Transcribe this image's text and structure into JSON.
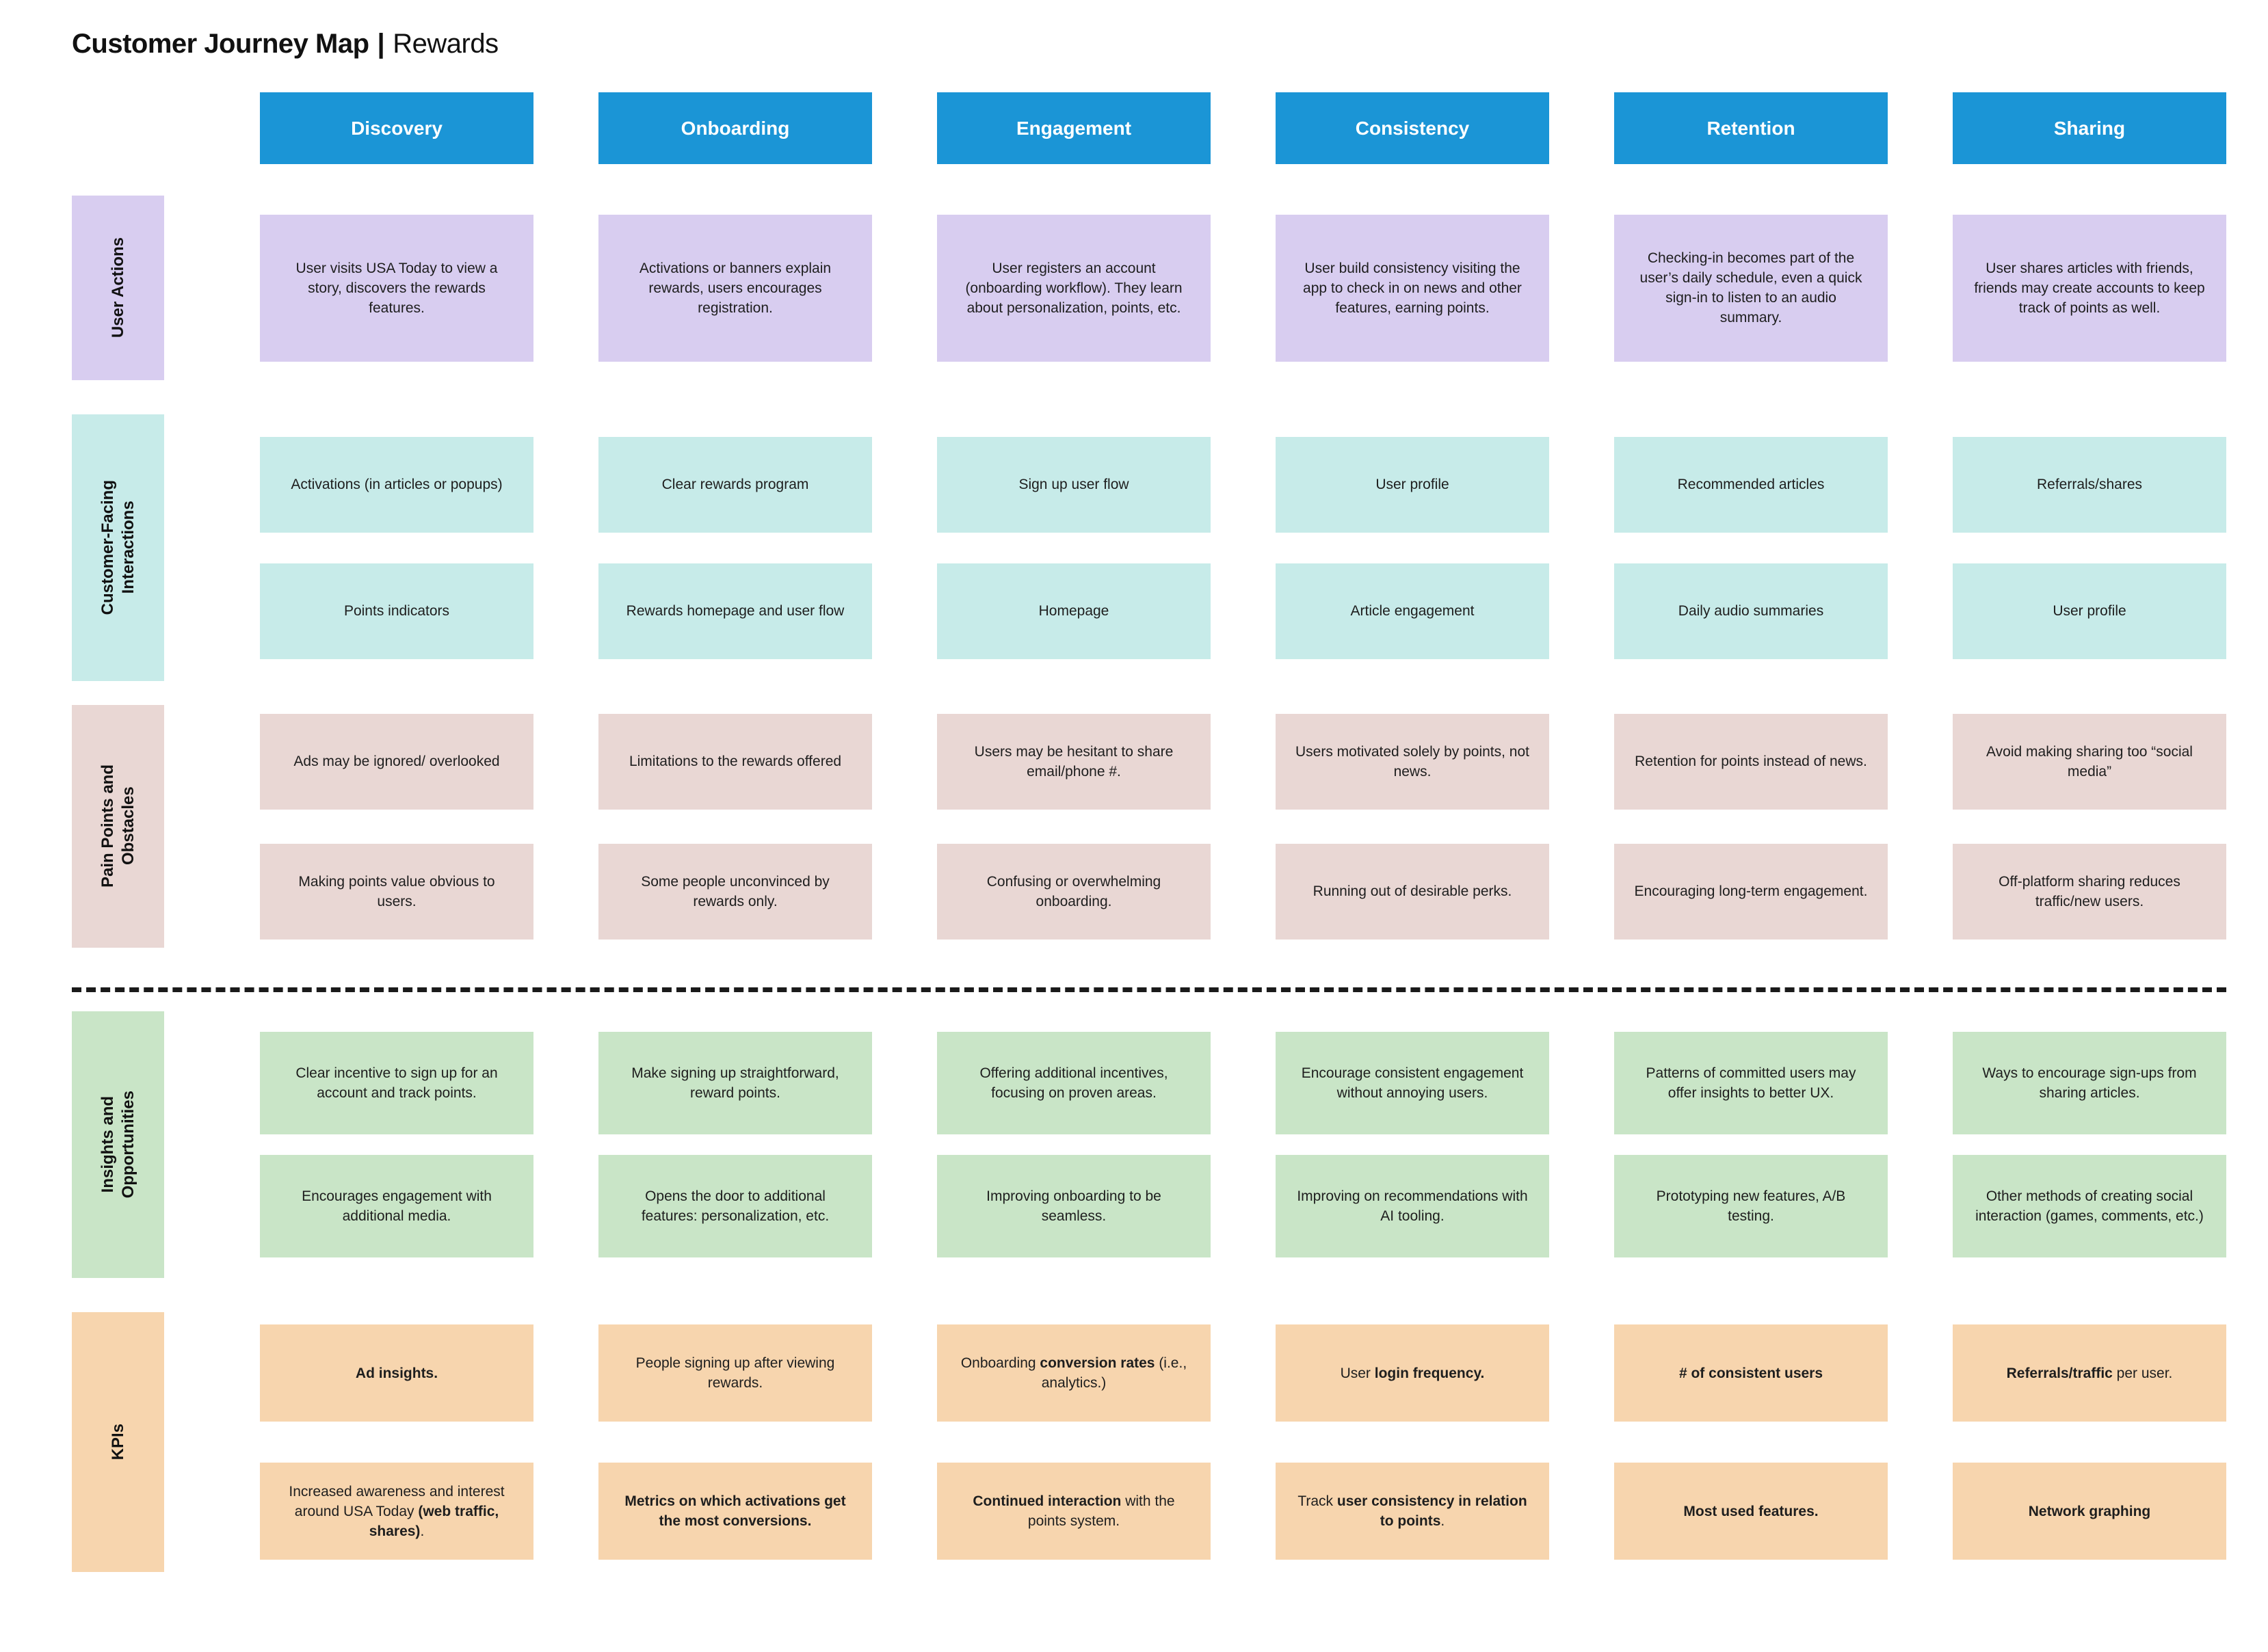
{
  "title": {
    "main": "Customer Journey Map",
    "separator": "|",
    "subtitle": "Rewards"
  },
  "colors": {
    "stage_header": "#1b95d6",
    "stage_header_text": "#ffffff",
    "user_actions": "#d8cdf0",
    "customer_facing": "#c7ebe9",
    "pain_points": "#e9d7d4",
    "insights": "#c9e5c7",
    "kpis": "#f7d5ae",
    "text": "#1e1e1e",
    "divider": "#1a1a1a",
    "background": "#ffffff"
  },
  "stages": [
    "Discovery",
    "Onboarding",
    "Engagement",
    "Consistency",
    "Retention",
    "Sharing"
  ],
  "rows": {
    "user_actions": {
      "label": "User Actions",
      "cells": [
        "User visits USA Today to view a story, discovers the rewards features.",
        "Activations or banners explain rewards, users encourages registration.",
        "User registers an account (onboarding workflow). They learn about personalization, points, etc.",
        "User build consistency visiting the app to check in on news and other features, earning points.",
        "Checking-in becomes part of the user’s daily schedule, even a quick sign-in to listen to an audio summary.",
        "User shares articles with friends, friends may create accounts to keep track of points as well."
      ]
    },
    "customer_facing": {
      "label": "Customer-Facing\nInteractions",
      "row1": [
        "Activations (in articles or popups)",
        "Clear rewards program",
        "Sign up user flow",
        "User profile",
        "Recommended articles",
        "Referrals/shares"
      ],
      "row2": [
        "Points indicators",
        "Rewards homepage and user flow",
        "Homepage",
        "Article engagement",
        "Daily audio summaries",
        "User profile"
      ]
    },
    "pain_points": {
      "label": "Pain Points and\nObstacles",
      "row1": [
        "Ads may be ignored/ overlooked",
        "Limitations to the rewards offered",
        "Users may be hesitant to share email/phone #.",
        "Users motivated solely by points, not news.",
        "Retention for points instead of news.",
        "Avoid making sharing too  “social media”"
      ],
      "row2": [
        "Making points value obvious to users.",
        "Some people unconvinced by rewards only.",
        "Confusing or overwhelming onboarding.",
        "Running out of desirable perks.",
        "Encouraging long-term engagement.",
        "Off-platform sharing reduces traffic/new users."
      ]
    },
    "insights": {
      "label": "Insights and\nOpportunities",
      "row1": [
        "Clear incentive to sign up for an account and track points.",
        "Make signing up straightforward, reward points.",
        "Offering additional incentives, focusing on proven areas.",
        "Encourage consistent engagement without annoying users.",
        "Patterns of committed users may offer insights to better UX.",
        "Ways to encourage sign-ups from sharing articles."
      ],
      "row2": [
        "Encourages engagement with additional media.",
        "Opens the door to additional features: personalization, etc.",
        "Improving onboarding to be seamless.",
        "Improving on recommendations with AI tooling.",
        "Prototyping new features, A/B testing.",
        "Other methods of creating social interaction (games, comments, etc.)"
      ]
    },
    "kpis": {
      "label": "KPIs",
      "row1": [
        [
          {
            "t": "Ad insights.",
            "b": true
          }
        ],
        [
          {
            "t": "People signing up after viewing rewards.",
            "b": false
          }
        ],
        [
          {
            "t": "Onboarding ",
            "b": false
          },
          {
            "t": "conversion rates",
            "b": true
          },
          {
            "t": " (i.e., analytics.)",
            "b": false
          }
        ],
        [
          {
            "t": "User ",
            "b": false
          },
          {
            "t": "login frequency.",
            "b": true
          }
        ],
        [
          {
            "t": "# of consistent users",
            "b": true
          }
        ],
        [
          {
            "t": "Referrals/traffic",
            "b": true
          },
          {
            "t": " per user.",
            "b": false
          }
        ]
      ],
      "row2": [
        [
          {
            "t": "Increased awareness and interest around USA Today ",
            "b": false
          },
          {
            "t": "(web traffic, shares)",
            "b": true
          },
          {
            "t": ".",
            "b": false
          }
        ],
        [
          {
            "t": "Metrics on which activations get the most conversions.",
            "b": true
          }
        ],
        [
          {
            "t": "Continued interaction",
            "b": true
          },
          {
            "t": " with the points system.",
            "b": false
          }
        ],
        [
          {
            "t": "Track ",
            "b": false
          },
          {
            "t": "user consistency in relation to points",
            "b": true
          },
          {
            "t": ".",
            "b": false
          }
        ],
        [
          {
            "t": "Most used features.",
            "b": true
          }
        ],
        [
          {
            "t": "Network graphing",
            "b": true
          }
        ]
      ]
    }
  }
}
